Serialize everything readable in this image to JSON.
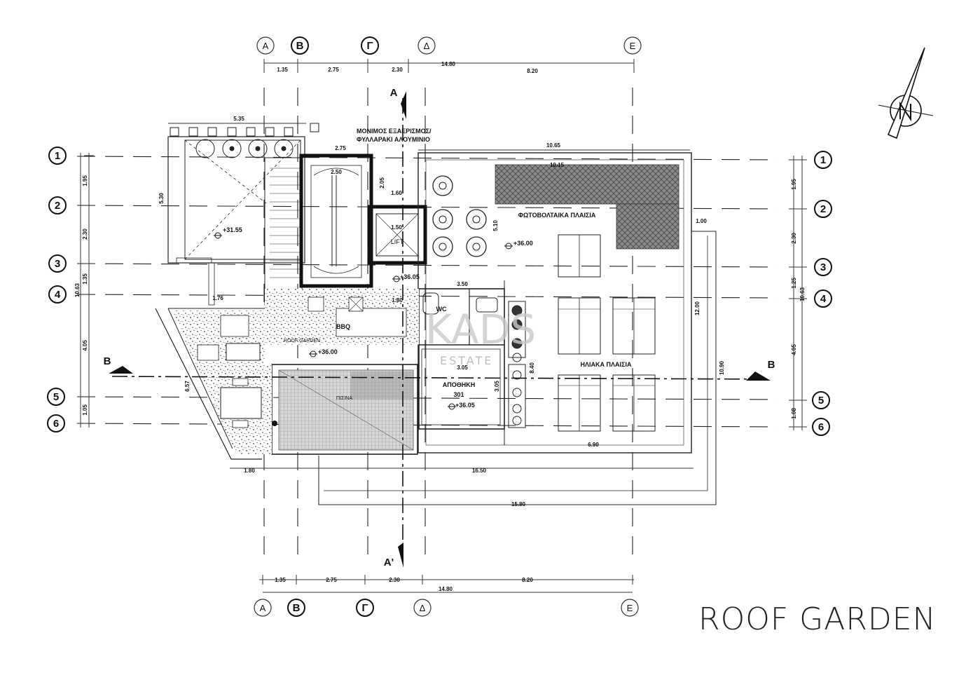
{
  "title": "ROOF GARDEN",
  "watermark": {
    "main": "KADS",
    "sub": "ESTATE"
  },
  "top_axes": [
    "A",
    "B",
    "Γ",
    "Δ",
    "E"
  ],
  "bottom_axes": [
    "A",
    "B",
    "Γ",
    "Δ",
    "E"
  ],
  "left_axes": [
    "1",
    "2",
    "3",
    "4",
    "5",
    "6"
  ],
  "right_axes": [
    "1",
    "2",
    "3",
    "4",
    "5",
    "6"
  ],
  "top_dims": {
    "d1": "1.35",
    "d2": "2.75",
    "d3": "2.30",
    "d4": "8.20",
    "total": "14.80"
  },
  "bottom_dims": {
    "d1": "1.35",
    "d2": "2.75",
    "d3": "2.30",
    "d4": "8.20",
    "total": "14.80"
  },
  "left_dims": {
    "d1": "1.95",
    "d2": "2.30",
    "d3": "1.35",
    "d4": "4.05",
    "d5": "1.05",
    "total": "10.63"
  },
  "right_dims": {
    "d1": "1.95",
    "d2": "2.30",
    "d3": "1.25",
    "d4": "4.05",
    "d5": "1.08",
    "total": "10.63"
  },
  "section_marks": {
    "a_top": "A",
    "a_bottom": "A'",
    "b_left": "B",
    "b_right": "B"
  },
  "labels": {
    "enclosure_1": "ΜΟΝΙΜΟΣ ΕΞΑΕΡΙΣΜΟΣ/",
    "enclosure_2": "ΦΥΛΛΑΡΑΚΙ ΑΛΟΥΜΙΝΙΟ",
    "pv_panels": "ΦΩΤΟΒΟΛΤΑΙΚΑ ΠΛΑΙΣΙΑ",
    "solar_panels": "ΗΛΙΑΚΑ ΠΛΑΙΣΙΑ",
    "lift": "LIFT",
    "wc": "WC",
    "storage": "ΑΠΟΘΗΚΗ",
    "storage_no": "301",
    "bbq": "BBQ",
    "roof_garden": "ROOF GARDEN",
    "pool": "ΠΙΣΙΝΑ"
  },
  "levels": {
    "terrace": "+31.55",
    "roof": "+36.00",
    "landing": "+36.05",
    "storage": "+36.05",
    "garden": "+36.00"
  },
  "interior_dims": {
    "w535": "5.35",
    "w275": "2.75",
    "w250": "2.50",
    "w1065": "10.65",
    "w1015": "10.15",
    "w150": "1.50",
    "w160": "1.60",
    "w350": "3.50",
    "w305": "3.05",
    "w690": "6.90",
    "w180": "1.80",
    "w1650": "16.50",
    "w1580": "15.80",
    "h530": "5.30",
    "h1200": "12.00",
    "h1090": "10.90",
    "h840": "8.40",
    "h510": "5.10",
    "h305": "3.05",
    "h657": "6.57",
    "h100": "1.00",
    "w176": "1.76",
    "h205": "2.05"
  }
}
